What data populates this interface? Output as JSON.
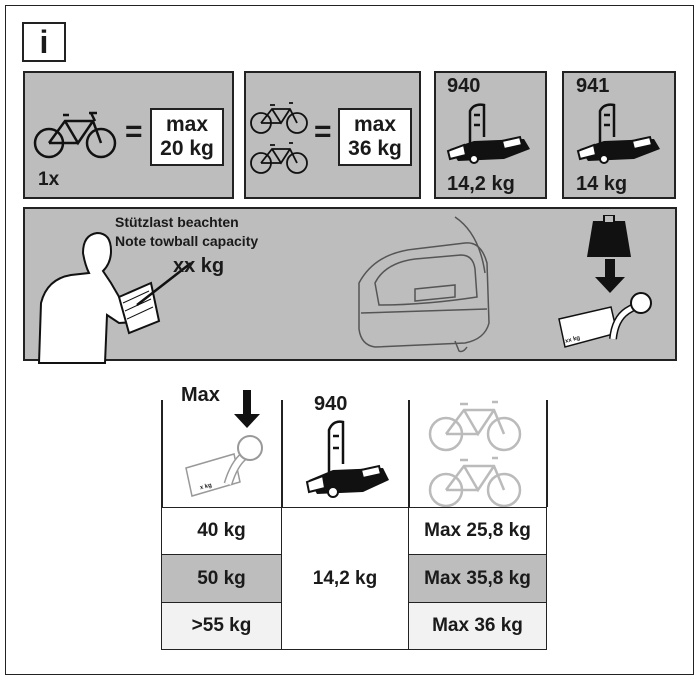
{
  "info_symbol": "i",
  "panel1": {
    "count": "1x",
    "max_line1": "max",
    "max_line2": "20 kg",
    "equals": "="
  },
  "panel2": {
    "max_line1": "max",
    "max_line2": "36 kg",
    "equals": "="
  },
  "panel3": {
    "model": "940",
    "weight": "14,2 kg"
  },
  "panel4": {
    "model": "941",
    "weight": "14 kg"
  },
  "towball_panel": {
    "line_de": "Stützlast beachten",
    "line_en": "Note towball capacity",
    "value": "xx kg",
    "plate_small": "xx kg"
  },
  "table": {
    "max_label": "Max",
    "plate_small": "x kg",
    "model": "940",
    "rows": [
      {
        "towball": "40 kg",
        "bike_load": "Max 25,8 kg"
      },
      {
        "towball": "50 kg",
        "bike_load": "Max 35,8 kg"
      },
      {
        "towball": ">55 kg",
        "bike_load": "Max 36 kg"
      }
    ],
    "carrier_weight": "14,2 kg"
  },
  "colors": {
    "panel_gray": "#bdbdbd",
    "row_gray": "#bdbdbd",
    "row_light": "#f2f2f2",
    "ink": "#1a1a1a"
  }
}
